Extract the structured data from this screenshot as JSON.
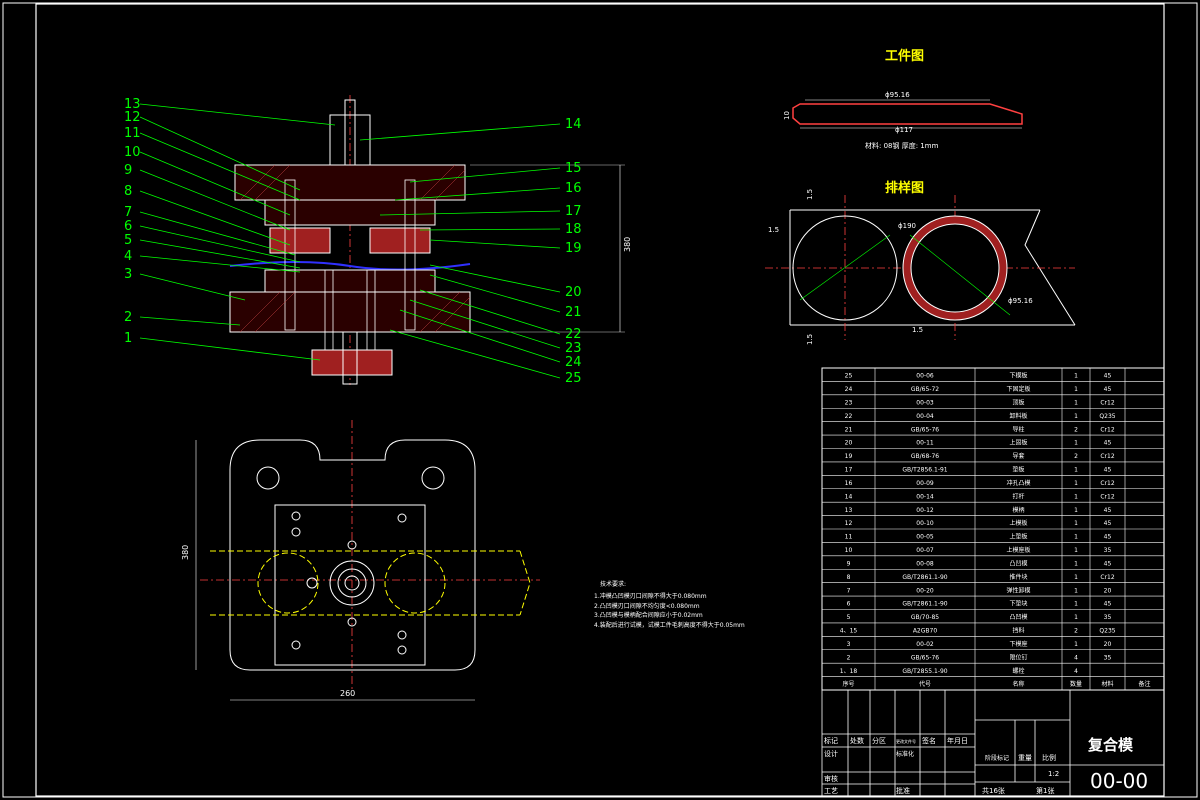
{
  "drawing": {
    "part_callouts": [
      "13",
      "12",
      "11",
      "10",
      "9",
      "8",
      "7",
      "6",
      "5",
      "4",
      "3",
      "2",
      "1",
      "14",
      "15",
      "16",
      "17",
      "18",
      "19",
      "20",
      "21",
      "22",
      "23",
      "24",
      "25"
    ],
    "dimensions": {
      "height_right": "380",
      "height_left": "380",
      "width_bottom": "260"
    },
    "workpiece": {
      "title": "工件图",
      "inner_dia": "ϕ95.16",
      "outer_dia": "ϕ117",
      "height": "10",
      "material_note": "材料: 08钢  厚度: 1mm"
    },
    "layout": {
      "title": "排样图",
      "top_dim": "1.5",
      "left_dim": "1.5",
      "bottom_dim": "1.5",
      "gap_dim": "1.5",
      "dia_1": "ϕ190",
      "dia_2": "ϕ95.16"
    },
    "tech_notes": {
      "title": "技术要求:",
      "lines": [
        "1.冲模凸凹模刃口间隙不得大于0.080mm",
        "2.凸凹模刃口间隙不均匀度<0.080mm",
        "3.凸凹模与模柄配合间隙应小于0.02mm",
        "4.装配后进行试模，试模工件毛刺高度不得大于0.05mm"
      ]
    }
  },
  "bom": {
    "headers": [
      "序号",
      "代号",
      "名称",
      "数量",
      "材料",
      "备注"
    ],
    "rows": [
      [
        "25",
        "00-06",
        "下模板",
        "1",
        "45",
        ""
      ],
      [
        "24",
        "GB/65-72",
        "下固定板",
        "1",
        "45",
        ""
      ],
      [
        "23",
        "00-03",
        "顶板",
        "1",
        "Cr12",
        ""
      ],
      [
        "22",
        "00-04",
        "卸料板",
        "1",
        "Q235",
        ""
      ],
      [
        "21",
        "GB/65-76",
        "导柱",
        "2",
        "Cr12",
        ""
      ],
      [
        "20",
        "00-11",
        "上固板",
        "1",
        "45",
        ""
      ],
      [
        "19",
        "GB/68-76",
        "导套",
        "2",
        "Cr12",
        ""
      ],
      [
        "17",
        "GB/T2856.1-91",
        "垫板",
        "1",
        "45",
        ""
      ],
      [
        "16",
        "00-09",
        "冲孔凸模",
        "1",
        "Cr12",
        ""
      ],
      [
        "14",
        "00-14",
        "打杆",
        "1",
        "Cr12",
        ""
      ],
      [
        "13",
        "00-12",
        "模柄",
        "1",
        "45",
        ""
      ],
      [
        "12",
        "00-10",
        "上模板",
        "1",
        "45",
        ""
      ],
      [
        "11",
        "00-05",
        "上垫板",
        "1",
        "45",
        ""
      ],
      [
        "10",
        "00-07",
        "上模座板",
        "1",
        "35",
        ""
      ],
      [
        "9",
        "00-08",
        "凸凹模",
        "1",
        "45",
        ""
      ],
      [
        "8",
        "GB/T2861.1-90",
        "推件块",
        "1",
        "Cr12",
        ""
      ],
      [
        "7",
        "00-20",
        "弹性卸模",
        "1",
        "20",
        ""
      ],
      [
        "6",
        "GB/T2861.1-90",
        "下垫块",
        "1",
        "45",
        ""
      ],
      [
        "5",
        "GB/70-85",
        "凸凹模",
        "1",
        "35",
        ""
      ],
      [
        "4、15",
        "A2GB70",
        "挡料",
        "2",
        "Q235",
        ""
      ],
      [
        "3",
        "00-02",
        "下模座",
        "1",
        "20",
        ""
      ],
      [
        "2",
        "GB/65-76",
        "限位钉",
        "4",
        "35",
        ""
      ],
      [
        "1、18",
        "GB/T2855.1-90",
        "螺栓",
        "4",
        "",
        ""
      ]
    ]
  },
  "title_block": {
    "name": "复合模",
    "code": "00-00",
    "row1": [
      "标记",
      "处数",
      "分区",
      "更改文件号",
      "签名",
      "年月日"
    ],
    "row2": [
      "设计",
      "",
      "标准化"
    ],
    "row3": [
      "审核"
    ],
    "row4": [
      "工艺",
      "",
      "批准"
    ],
    "stage_label": "阶段标记",
    "weight_label": "重量",
    "scale_label": "比例",
    "scale": "1:2",
    "sheets": "共16张",
    "sheet_no": "第1张"
  }
}
